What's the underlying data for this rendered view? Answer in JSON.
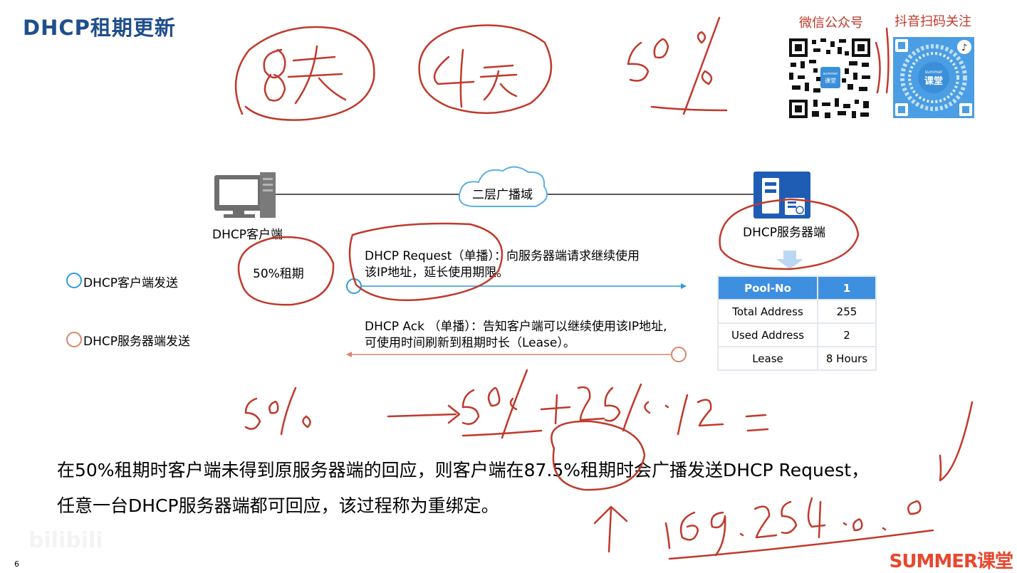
{
  "title": "DHCP租期更新",
  "qr": {
    "wechat_caption": "微信公众号",
    "douyin_caption": "抖音扫码关注",
    "badge_line1": "summer",
    "badge_line2": "课堂"
  },
  "diagram": {
    "client_label": "DHCP客户端",
    "server_label": "DHCP服务器端",
    "cloud_label": "二层广播域",
    "lease_marker": "50%租期"
  },
  "legend": {
    "client_send": "DHCP客户端发送",
    "server_send": "DHCP服务器端发送"
  },
  "messages": {
    "request_line1": "DHCP Request（单播）：向服务器端请求继续使用",
    "request_line2": "该IP地址，延长使用期限。",
    "ack_line1": "DHCP Ack （单播）：告知客户端可以继续使用该IP地址,",
    "ack_line2": "可使用时间刷新到租期时长（Lease）。"
  },
  "pool_table": {
    "header": [
      "Pool-No",
      "1"
    ],
    "rows": [
      [
        "Total Address",
        "255"
      ],
      [
        "Used Address",
        "2"
      ],
      [
        "Lease",
        "8 Hours"
      ]
    ]
  },
  "bottom": {
    "line1": "在50%租期时客户端未得到原服务器端的回应，则客户端在87.5%租期时会广播发送DHCP Request，",
    "line2": "任意一台DHCP服务器端都可回应，该过程称为重绑定。"
  },
  "page_number": "6",
  "brand": "SUMMER课堂",
  "watermark": "bilibili",
  "colors": {
    "title": "#1f4e8c",
    "ink": "#c0392b",
    "client_msg": "#2e9bd9",
    "server_msg": "#d9856a",
    "table_header": "#3e8fe0"
  }
}
